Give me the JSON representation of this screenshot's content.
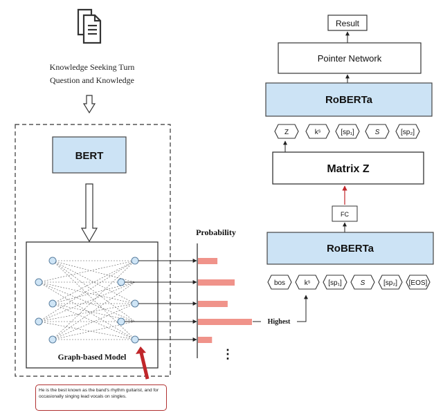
{
  "left": {
    "input_line1": "Knowledge Seeking Turn",
    "input_line2": "Question and Knowledge",
    "bert_label": "BERT",
    "graph_label": "Graph-based Model",
    "probability_label": "Probability",
    "probability_bars": [
      0.36,
      0.68,
      0.55,
      1.0,
      0.26
    ],
    "highest_label": "Highest",
    "more_indicator": "⋮",
    "example_note": "He is the best known as the band's rhythm guitarist, and for occasionally singing lead vocals on singles."
  },
  "right": {
    "result_label": "Result",
    "pointer_label": "Pointer Network",
    "roberta_top_label": "RoBERTa",
    "top_tokens": [
      "Z",
      "kˢ",
      "[sp₁]",
      "S",
      "[sp₂]"
    ],
    "matrix_label": "Matrix Z",
    "fc_label": "FC",
    "roberta_bottom_label": "RoBERTa",
    "bottom_tokens": [
      "bos",
      "kˢ",
      "[sp₁]",
      "S",
      "[sp₂]",
      "[EOS]"
    ]
  },
  "colors": {
    "roberta_fill": "#cce3f5",
    "bar_fill": "#f0938a",
    "node_fill": "#cfe5f6",
    "red_arrow": "#c0262a",
    "note_border": "#b03030"
  }
}
